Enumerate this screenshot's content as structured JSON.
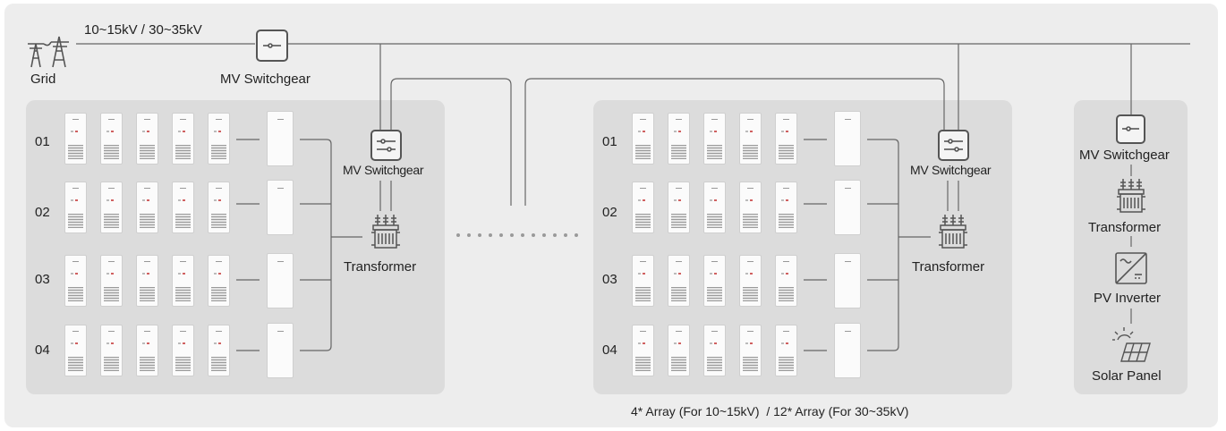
{
  "grid": {
    "label": "Grid",
    "voltage": "10~15kV / 30~35kV"
  },
  "main_switchgear": {
    "label": "MV Switchgear"
  },
  "array_left": {
    "rows": [
      "01",
      "02",
      "03",
      "04"
    ],
    "switchgear_label": "MV Switchgear",
    "transformer_label": "Transformer"
  },
  "array_right": {
    "rows": [
      "01",
      "02",
      "03",
      "04"
    ],
    "switchgear_label": "MV Switchgear",
    "transformer_label": "Transformer"
  },
  "pv_chain": {
    "switchgear_label": "MV Switchgear",
    "transformer_label": "Transformer",
    "inverter_label": "PV Inverter",
    "panel_label": "Solar Panel"
  },
  "footnote": "4* Array (For 10~15kV)  / 12* Array (For 30~35kV)",
  "colors": {
    "background": "#ededed",
    "panel": "#dcdcdc",
    "line": "#555555",
    "alarm_dot": "#d06060"
  },
  "icons": [
    "grid-tower-icon",
    "switchgear-icon",
    "transformer-icon",
    "pv-inverter-icon",
    "solar-panel-icon",
    "battery-cabinet-icon",
    "pcs-icon"
  ]
}
